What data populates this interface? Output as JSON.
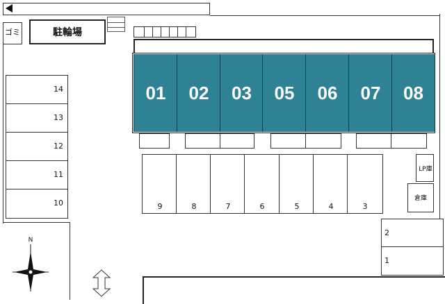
{
  "labels": {
    "trash": "ゴミ",
    "bicycle": "駐輪場",
    "lp": "LP庫",
    "storage": "倉庫",
    "north": "N"
  },
  "units": [
    "01",
    "02",
    "03",
    "05",
    "06",
    "07",
    "08"
  ],
  "parking_left": [
    "14",
    "13",
    "12",
    "11",
    "10"
  ],
  "parking_mid": [
    "9",
    "8",
    "7",
    "6",
    "5",
    "4",
    "3"
  ],
  "parking_right": [
    "2",
    "1"
  ],
  "colors": {
    "unit_fill": "#2e8294"
  },
  "icons": {
    "compass": "compass-rose-icon",
    "entrance": "double-arrow-icon",
    "direction": "arrow-left-icon"
  }
}
